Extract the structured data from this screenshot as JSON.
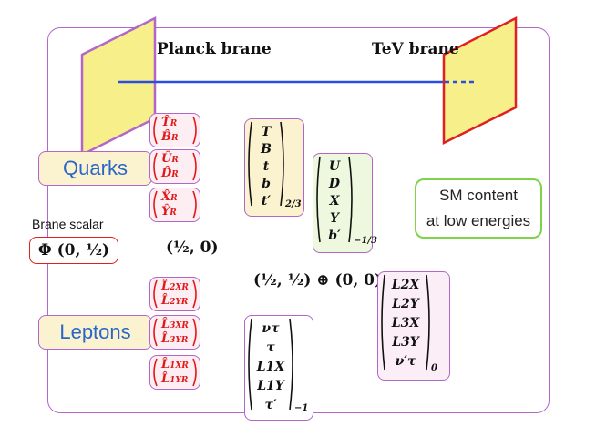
{
  "branes": {
    "planck_label": "Planck brane",
    "tev_label": "TeV brane",
    "colors": {
      "planck_fill": "#f6ef8a",
      "planck_stroke": "#b266c9",
      "tev_fill": "#f6ef8a",
      "tev_stroke": "#e02020",
      "bulk_line": "#2a4fe0"
    }
  },
  "labels": {
    "quarks": "Quarks",
    "leptons": "Leptons",
    "brane_scalar": "Brane scalar",
    "phi": "Φ  (0, ½)",
    "sm_line1": "SM content",
    "sm_line2": "at low energies"
  },
  "reps": {
    "half_zero": "(½, 0)",
    "bifund": "(½, ½) ⊕ (0, 0)"
  },
  "quark_doublets": [
    {
      "top": "T̂",
      "top_sub": "R",
      "bot": "B̂",
      "bot_sub": "R"
    },
    {
      "top": "Û",
      "top_sub": "R",
      "bot": "D̂",
      "bot_sub": "R"
    },
    {
      "top": "X̂",
      "top_sub": "R",
      "bot": "Ŷ",
      "bot_sub": "R"
    }
  ],
  "lepton_doublets": [
    {
      "top": "L̂",
      "top_sub": "2XR",
      "bot": "L̂",
      "bot_sub": "2YR"
    },
    {
      "top": "L̂",
      "top_sub": "3XR",
      "bot": "L̂",
      "bot_sub": "3YR"
    },
    {
      "top": "L̂",
      "top_sub": "1XR",
      "bot": "L̂",
      "bot_sub": "1YR"
    }
  ],
  "multiplet_T": {
    "entries": [
      "T",
      "B",
      "t",
      "b",
      "t′"
    ],
    "charge": "2/3"
  },
  "multiplet_U": {
    "entries": [
      "U",
      "D",
      "X",
      "Y",
      "b′"
    ],
    "charge": "−1/3"
  },
  "multiplet_L": {
    "entries": [
      "L2X",
      "L2Y",
      "L3X",
      "L3Y",
      "ν′τ"
    ],
    "charge": "0"
  },
  "multiplet_nu": {
    "entries": [
      "ντ",
      "τ",
      "L1X",
      "L1Y",
      "τ′"
    ],
    "charge": "−1"
  }
}
